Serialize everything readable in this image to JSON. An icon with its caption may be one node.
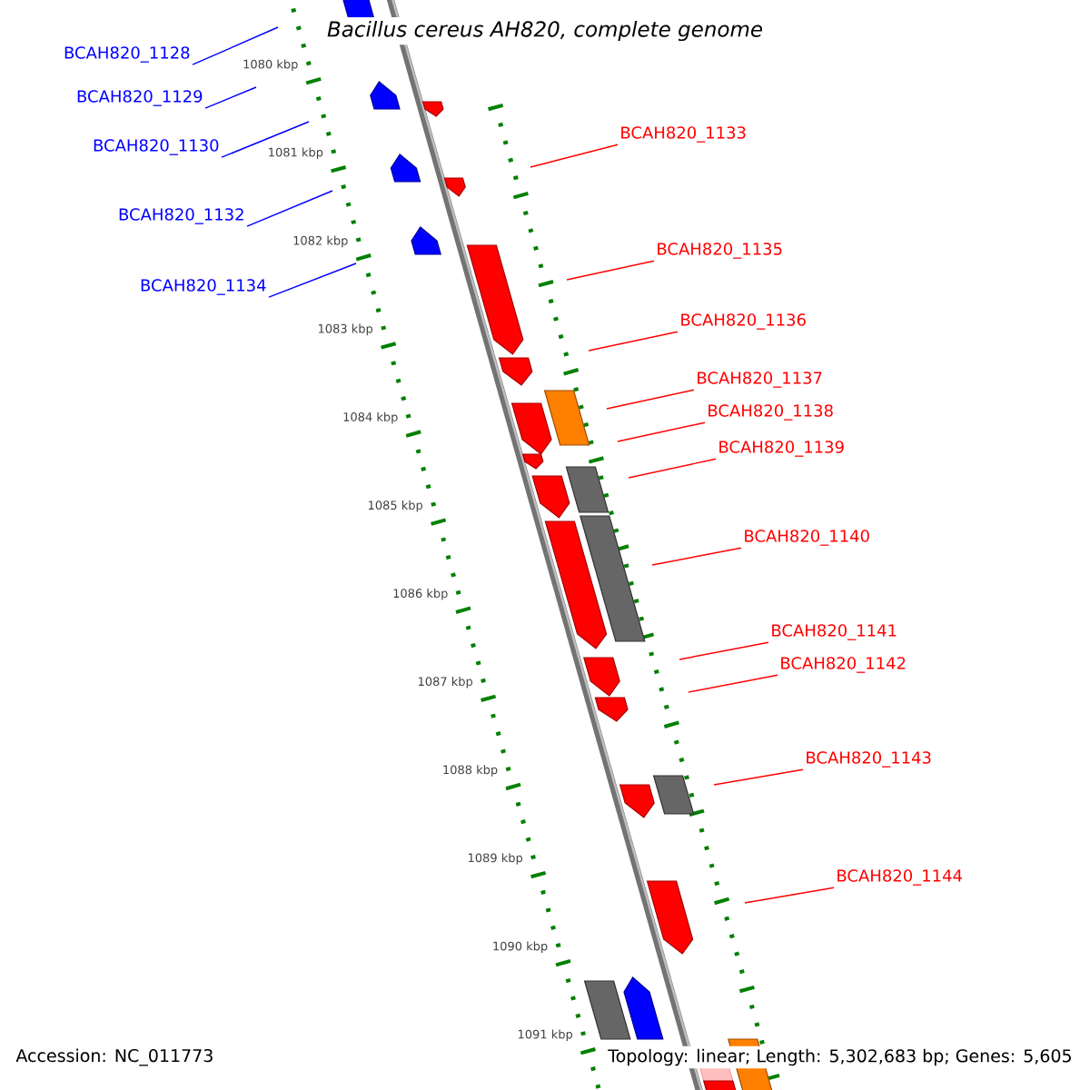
{
  "diagram": {
    "title": "Bacillus cereus AH820, complete genome",
    "nodes": [
      {
        "text": [
          "BCAH820_1128"
        ]
      },
      {
        "text": [
          "BCAH820_1129"
        ]
      },
      {
        "text": [
          "BCAH820_1133"
        ]
      },
      {
        "text": [
          "BCAH820_1130"
        ]
      },
      {
        "text": [
          "BCAH820_1132"
        ]
      },
      {
        "text": [
          "BCAH820_1135"
        ]
      },
      {
        "text": [
          "BCAH820_1134"
        ]
      },
      {
        "text": [
          "BCAH820_1136"
        ]
      },
      {
        "text": [
          "BCAH820_1137"
        ]
      },
      {
        "text": [
          "BCAH820_1138"
        ]
      },
      {
        "text": [
          "BCAH820_1139"
        ]
      },
      {
        "text": [
          "BCAH820_1140"
        ]
      },
      {
        "text": [
          "BCAH820_1141"
        ]
      },
      {
        "text": [
          "BCAH820_1142"
        ]
      },
      {
        "text": [
          "BCAH820_1143"
        ]
      },
      {
        "text": [
          "BCAH820_1144"
        ]
      }
    ],
    "edges": [
      {
        "from": 0,
        "to": null,
        "arrow": "none",
        "color": "#0000ff"
      },
      {
        "from": 1,
        "to": null,
        "arrow": "none",
        "color": "#0000ff"
      },
      {
        "from": 2,
        "to": null,
        "arrow": "none"
      },
      {
        "from": 3,
        "to": null,
        "arrow": "none",
        "color": "#0000ff"
      },
      {
        "from": 4,
        "to": null,
        "arrow": "none",
        "color": "#0000ff"
      },
      {
        "from": 5,
        "to": null,
        "arrow": "none"
      },
      {
        "from": 6,
        "to": null,
        "arrow": "none",
        "color": "#0000ff"
      },
      {
        "from": 7,
        "to": null,
        "arrow": "none"
      },
      {
        "from": 8,
        "to": null,
        "arrow": "none"
      },
      {
        "from": 9,
        "to": null,
        "arrow": "none"
      },
      {
        "from": 10,
        "to": null,
        "arrow": "none"
      },
      {
        "from": 11,
        "to": null,
        "arrow": "none"
      },
      {
        "from": 12,
        "to": null,
        "arrow": "none"
      },
      {
        "from": 13,
        "to": null,
        "arrow": "none"
      },
      {
        "from": 14,
        "to": null,
        "arrow": "none"
      },
      {
        "from": 15,
        "to": null,
        "arrow": "none"
      }
    ],
    "labels": [
      "1080 kbp",
      "1081 kbp",
      "1082 kbp",
      "1083 kbp",
      "1084 kbp",
      "1085 kbp",
      "1086 kbp",
      "1087 kbp",
      "1088 kbp",
      "1089 kbp",
      "1090 kbp",
      "1091 kbp",
      "Accession: NC_011773",
      "Topology: linear; Length: 5,302,683 bp; Genes: 5,605"
    ]
  }
}
